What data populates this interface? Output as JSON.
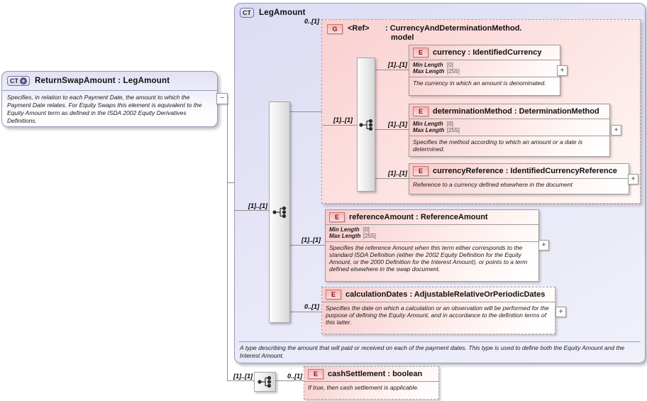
{
  "return_swap_amount": {
    "badge": "CT",
    "badge_plus": "+",
    "title": "ReturnSwapAmount : LegAmount",
    "description": "Specifies, in relation to each Payment Date, the amount to which the Payment Date relates. For Equity Swaps this element is equivalent to the Equity Amount term as defined in the ISDA 2002 Equity Derivatives Definitions."
  },
  "leg_amount": {
    "badge": "CT",
    "title": "LegAmount",
    "footer": "A type describing the amount that will paid or received on each of the payment dates. This type is used to define both the Equity Amount and the Interest Amount."
  },
  "group_ref": {
    "badge": "G",
    "name": "<Ref>",
    "type_prefix": ": CurrencyAndDeterminationMethod.",
    "type_suffix": "model"
  },
  "facets": {
    "min_label": "Min Length",
    "min_value": "[0]",
    "max_label": "Max Length",
    "max_value": "[255]"
  },
  "cardinality": {
    "root_seq": "[1]..[1]",
    "group_ref": "0..[1]",
    "group_seq": "[1]..[1]",
    "currency": "[1]..[1]",
    "determination_method": "[1]..[1]",
    "currency_reference": "[1]..[1]",
    "reference_amount": "[1]..[1]",
    "calculation_dates": "0..[1]",
    "outer_seq": "[1]..[1]",
    "cash_settlement": "0..[1]"
  },
  "elements": {
    "currency": {
      "badge": "E",
      "title": "currency : IdentifiedCurrency",
      "description": "The currency in which an amount is denominated."
    },
    "determination_method": {
      "badge": "E",
      "title": "determinationMethod : DeterminationMethod",
      "description": "Specifies the method according to which an amount or a date is determined."
    },
    "currency_reference": {
      "badge": "E",
      "title": "currencyReference : IdentifiedCurrencyReference",
      "description": "Reference to a currency defined elsewhere in the document"
    },
    "reference_amount": {
      "badge": "E",
      "title": "referenceAmount : ReferenceAmount",
      "description": "Specifies the reference Amount when this term either corresponds to the standard ISDA Definition (either the 2002 Equity Definition for the Equity Amount, or the 2000 Definition for the Interest Amount), or points to a term defined elsewhere in the swap document."
    },
    "calculation_dates": {
      "badge": "E",
      "title": "calculationDates : AdjustableRelativeOrPeriodicDates",
      "description": "Specifies the date on which a calculation or an observation will be performed for the purpose of defining the Equity Amount, and in accordance to the definition terms of this latter."
    },
    "cash_settlement": {
      "badge": "E",
      "title": "cashSettlement : boolean",
      "description": "If true, then cash settlement is applicable."
    }
  },
  "controls": {
    "expand": "+",
    "collapse": "−"
  }
}
